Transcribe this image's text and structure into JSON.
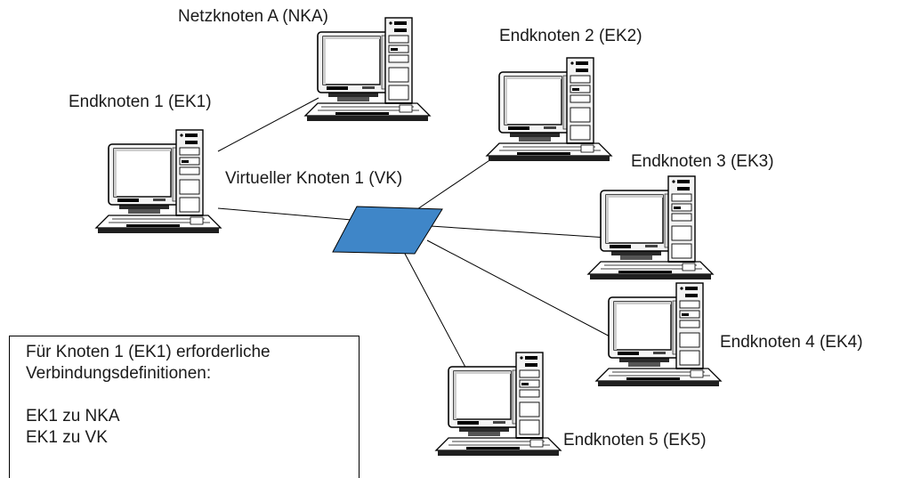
{
  "nodes": {
    "nka": {
      "label": "Netzknoten A (NKA)"
    },
    "ek1": {
      "label": "Endknoten 1 (EK1)"
    },
    "ek2": {
      "label": "Endknoten 2 (EK2)"
    },
    "ek3": {
      "label": "Endknoten 3 (EK3)"
    },
    "ek4": {
      "label": "Endknoten 4 (EK4)"
    },
    "ek5": {
      "label": "Endknoten 5 (EK5)"
    },
    "vk": {
      "label": "Virtueller Knoten 1 (VK)",
      "color": "#3f86c8"
    }
  },
  "info_box": {
    "title_line1": "Für Knoten 1 (EK1) erforderliche",
    "title_line2": "Verbindungsdefinitionen:",
    "items": [
      "EK1 zu NKA",
      "EK1 zu VK"
    ]
  },
  "icons": [
    "computer-icon"
  ]
}
